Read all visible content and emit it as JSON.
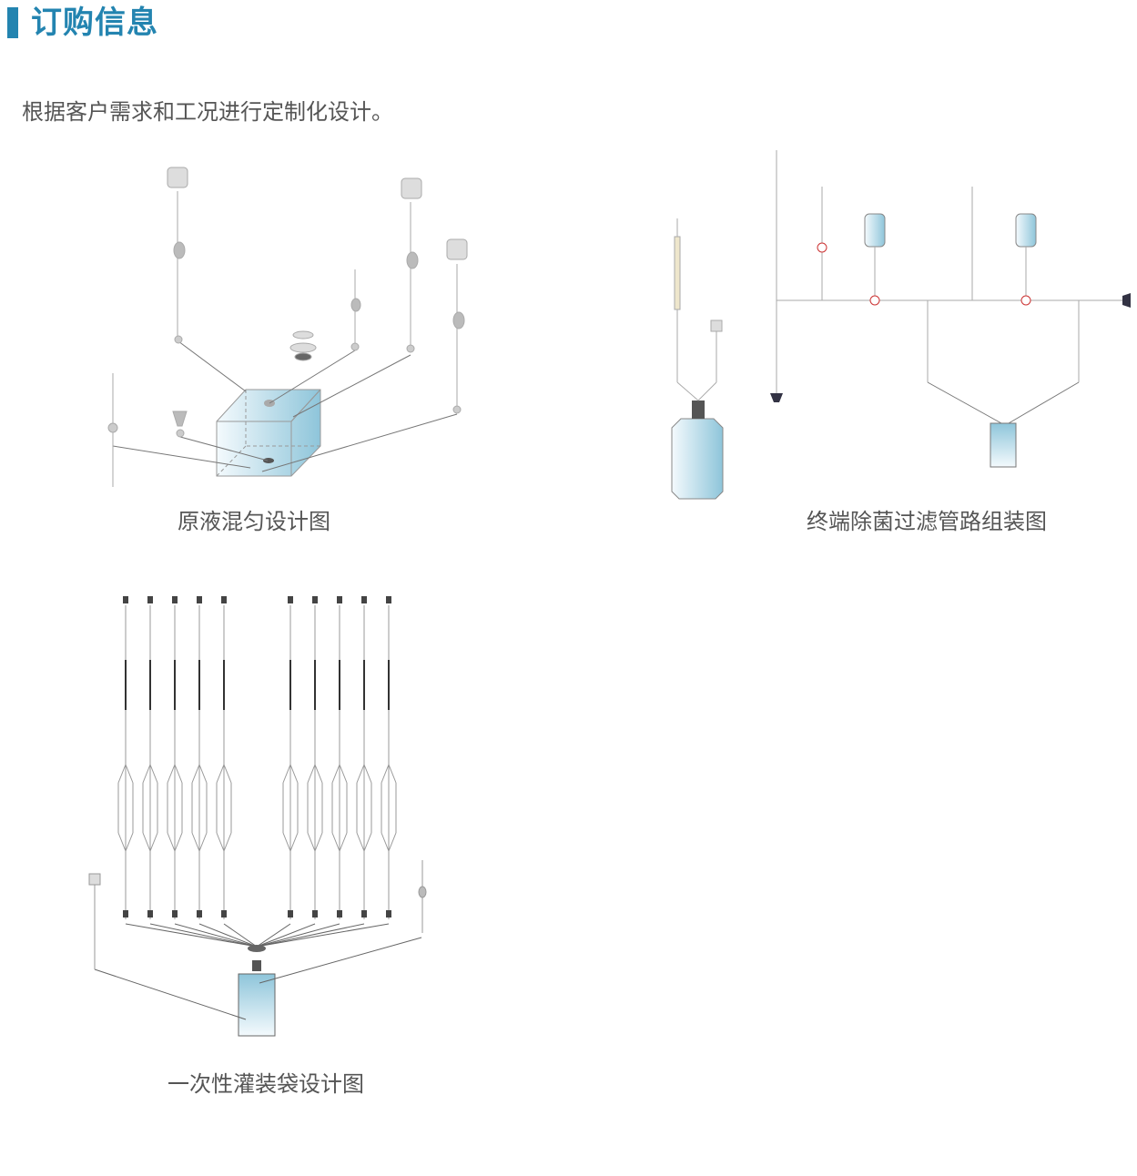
{
  "header": {
    "title": "订购信息",
    "accent_color": "#2384b0"
  },
  "intro": "根据客户需求和工况进行定制化设计。",
  "figures": [
    {
      "caption": "原液混匀设计图"
    },
    {
      "caption": "终端除菌过滤管路组装图"
    },
    {
      "caption": "一次性灌装袋设计图"
    }
  ]
}
